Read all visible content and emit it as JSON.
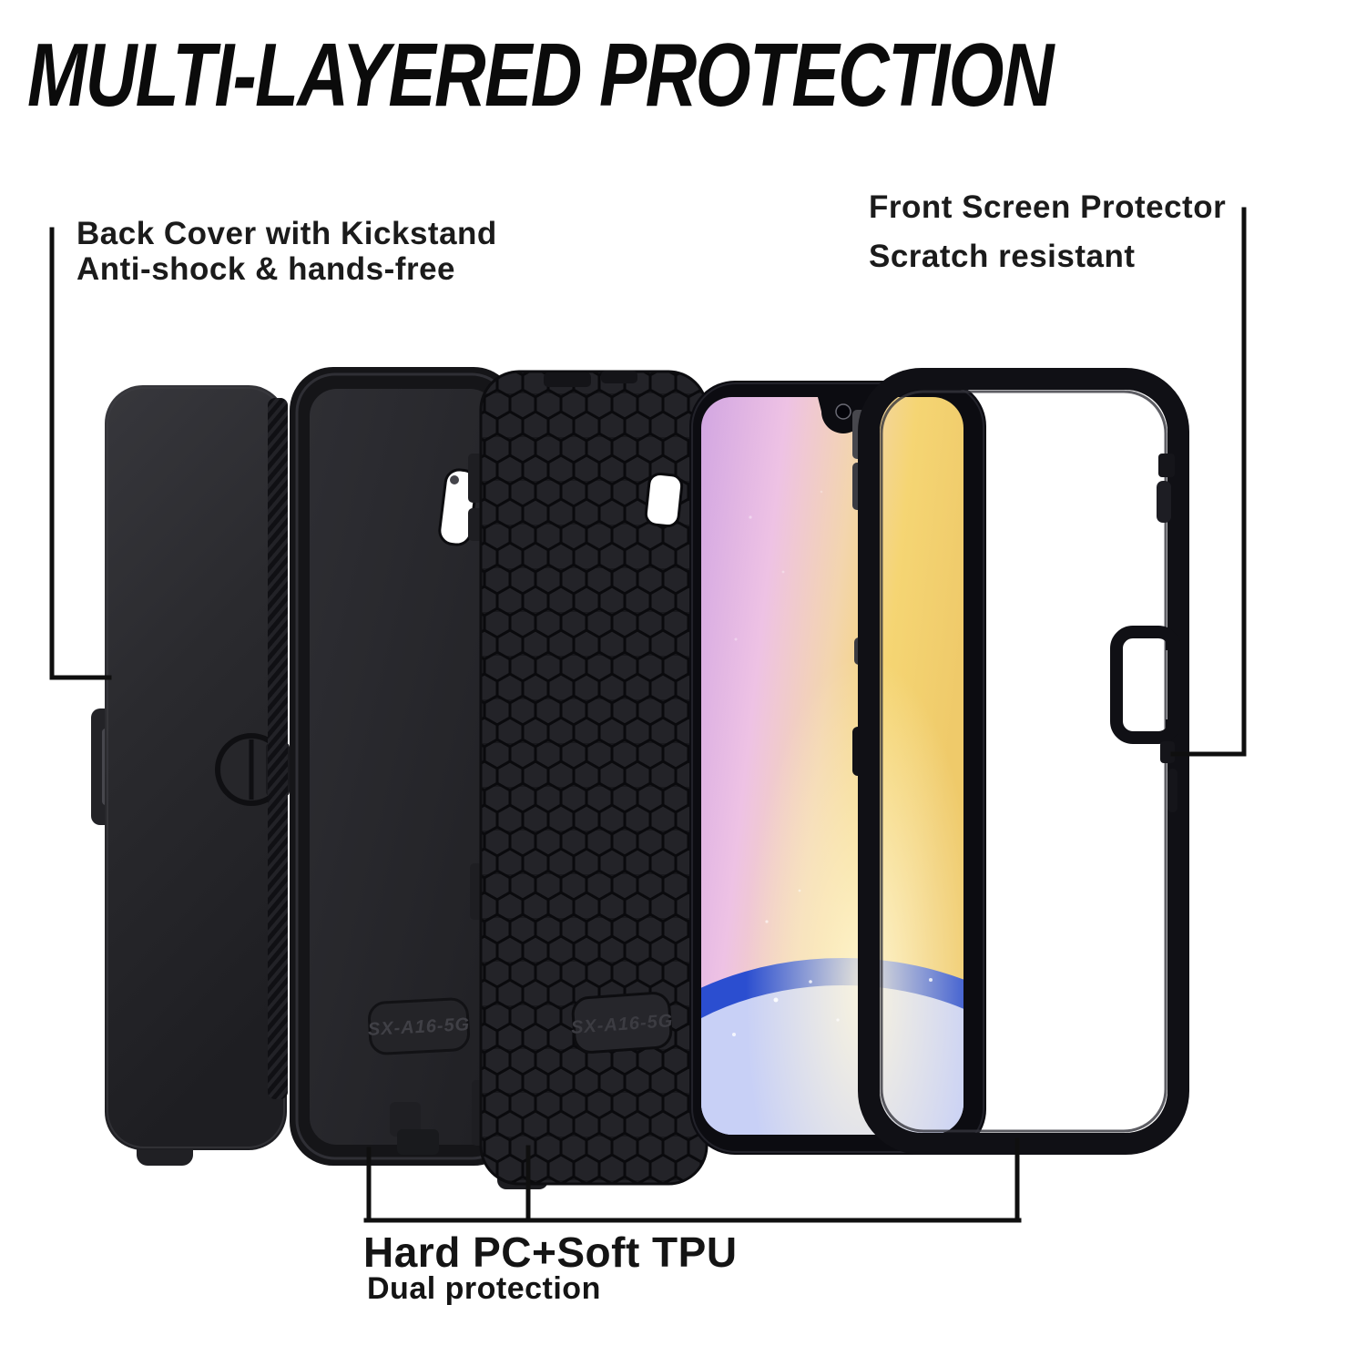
{
  "title": "MULTI-LAYERED PROTECTION",
  "callouts": {
    "back_cover": {
      "line1": "Back Cover with Kickstand",
      "line2": "Anti-shock & hands-free"
    },
    "screen_protector": {
      "line1": "Front Screen Protector",
      "line2": "Scratch resistant"
    },
    "materials": {
      "line1": "Hard PC+Soft TPU",
      "line2": "Dual protection"
    }
  },
  "engravings": {
    "pc_frame_model": "SX-A16-5G",
    "tpu_layer_model": "SX-A16-5G"
  },
  "colors": {
    "background": "#ffffff",
    "text": "#151515",
    "callout_line": "#0f0f0f",
    "case_black": "#1c1c1f",
    "cover_gray": "#2c2c30",
    "ring_blue": "#2b4ed0",
    "screen_lavender": "#d2a6e2",
    "screen_pink": "#eec2e4",
    "screen_yellow": "#f5d573",
    "screen_periwinkle": "#8d9de2"
  }
}
